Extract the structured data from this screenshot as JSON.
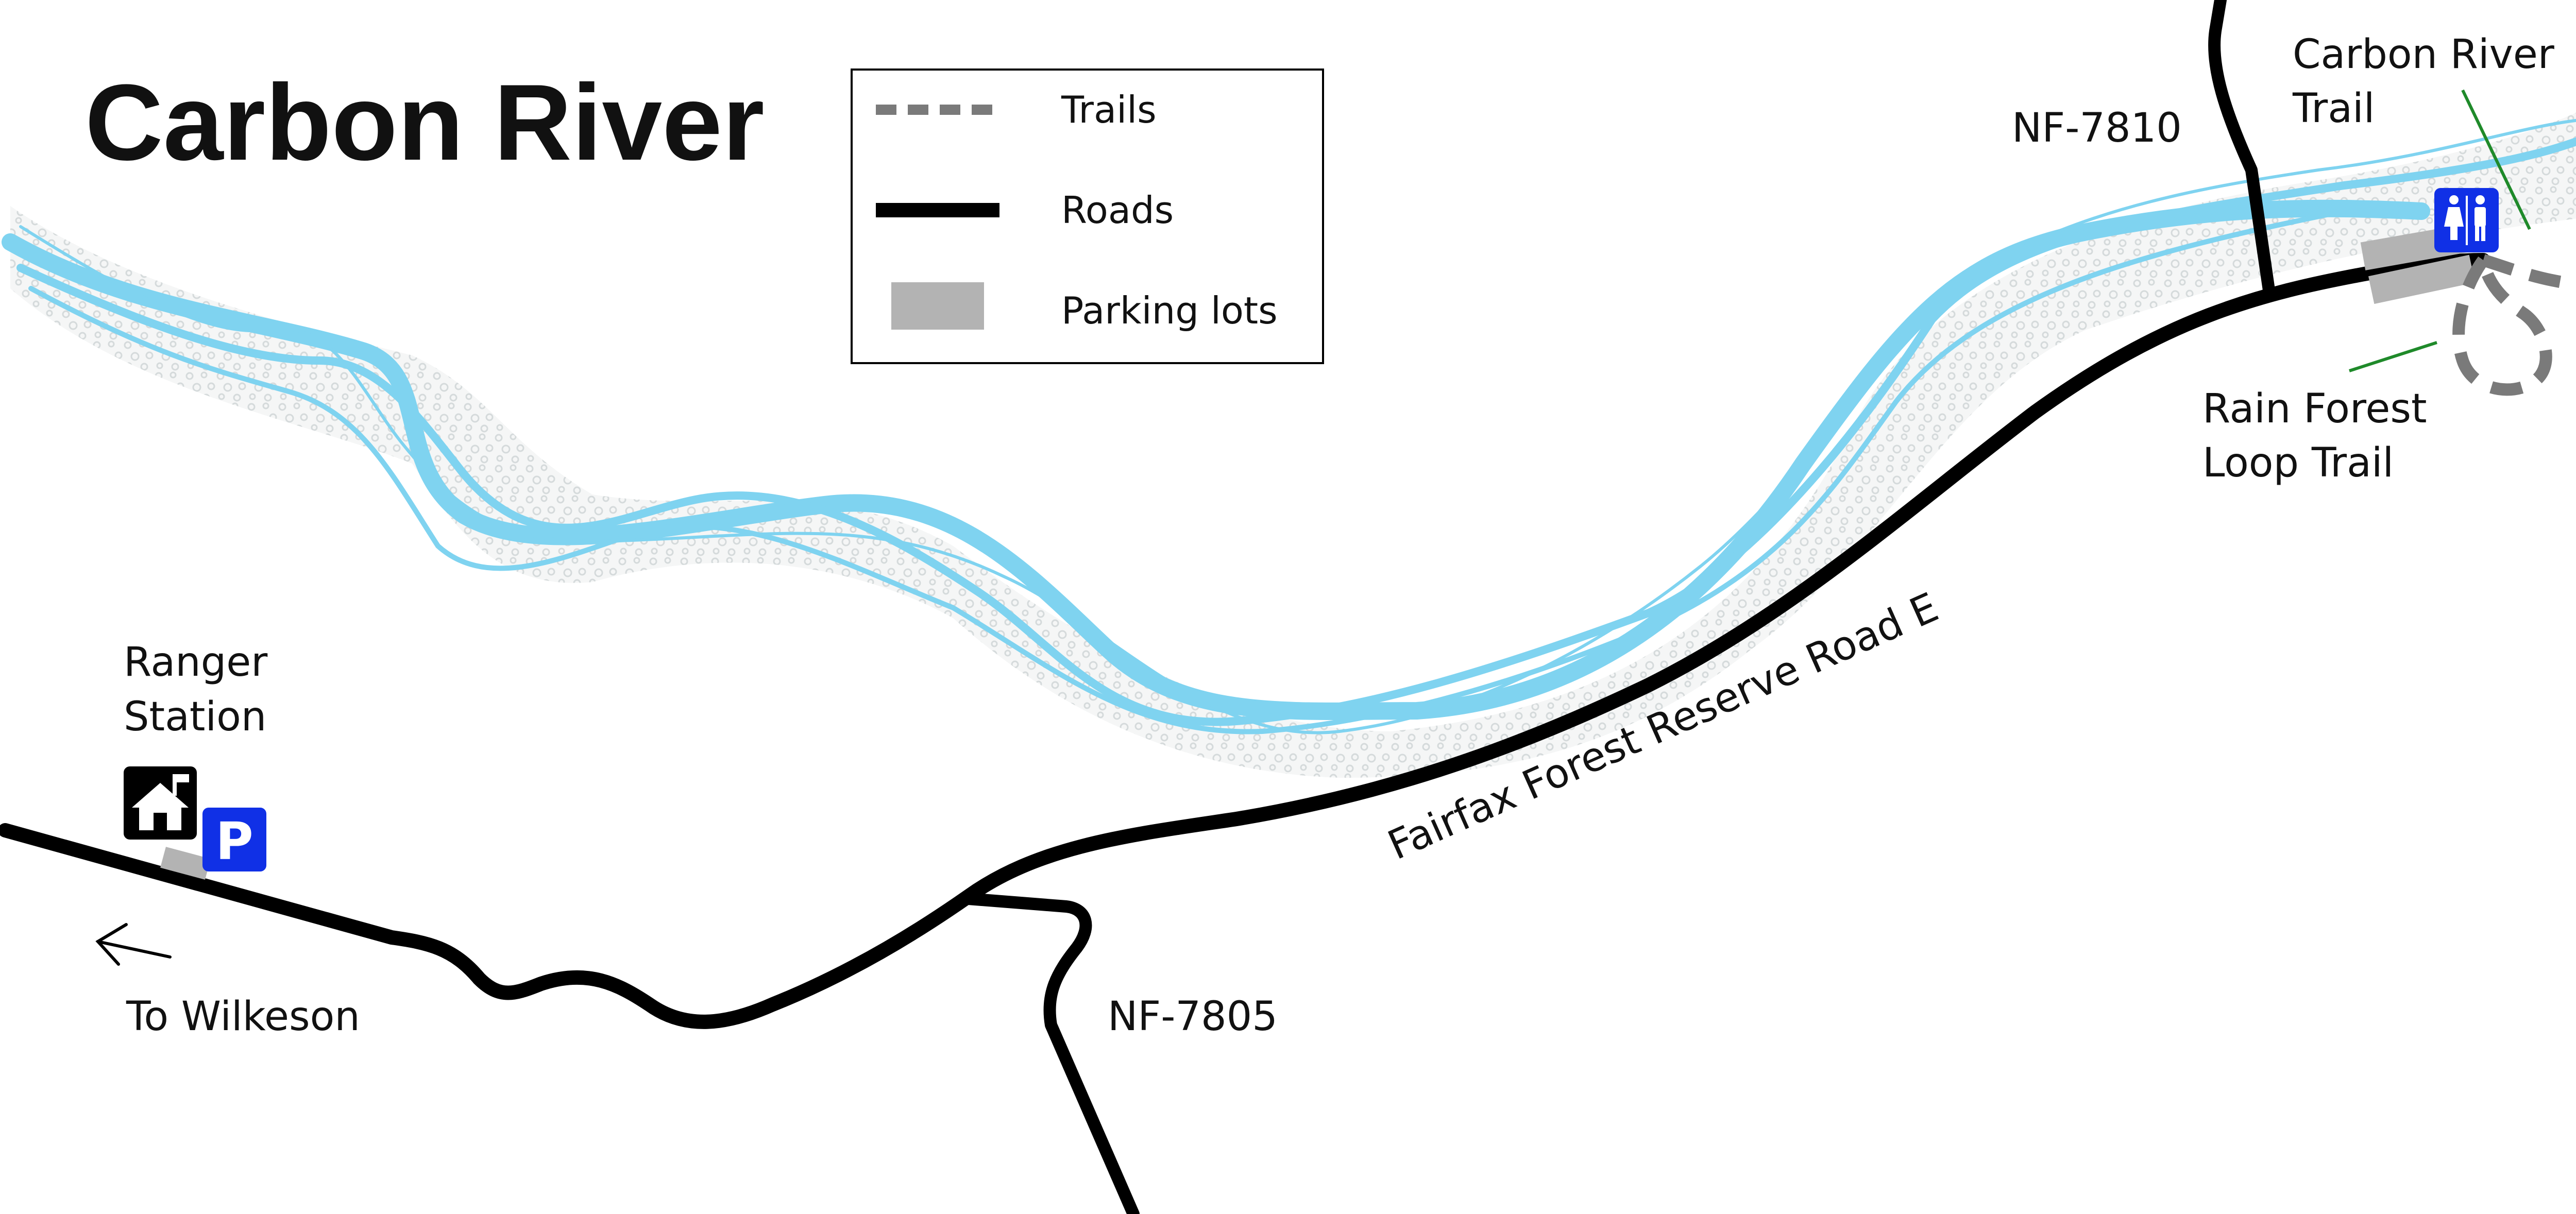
{
  "title": "Carbon River",
  "legend": {
    "items": [
      {
        "label": "Trails",
        "symbol": "dashed-gray-line"
      },
      {
        "label": "Roads",
        "symbol": "solid-black-line"
      },
      {
        "label": "Parking lots",
        "symbol": "gray-rectangle"
      }
    ]
  },
  "labels": {
    "nf_7810": "NF-7810",
    "carbon_river_trail_1": "Carbon River",
    "carbon_river_trail_2": "Trail",
    "rain_forest_1": "Rain Forest",
    "rain_forest_2": "Loop Trail",
    "ranger_1": "Ranger",
    "ranger_2": "Station",
    "to_wilkeson": "To Wilkeson",
    "nf_7805": "NF-7805",
    "fairfax_road": "Fairfax Forest Reserve Road E"
  },
  "icons": {
    "restroom": "restroom-icon",
    "ranger": "ranger-station-icon",
    "parking": "parking-icon",
    "parking_letter": "P",
    "arrow": "arrow-left-icon"
  },
  "colors": {
    "river": "#7fd3f0",
    "riverbed": "#e6e9ea",
    "road": "#000000",
    "trail": "#7a7a7a",
    "parking": "#b3b3b3",
    "leader": "#1f8a2a",
    "icon_blue": "#1030e6"
  }
}
